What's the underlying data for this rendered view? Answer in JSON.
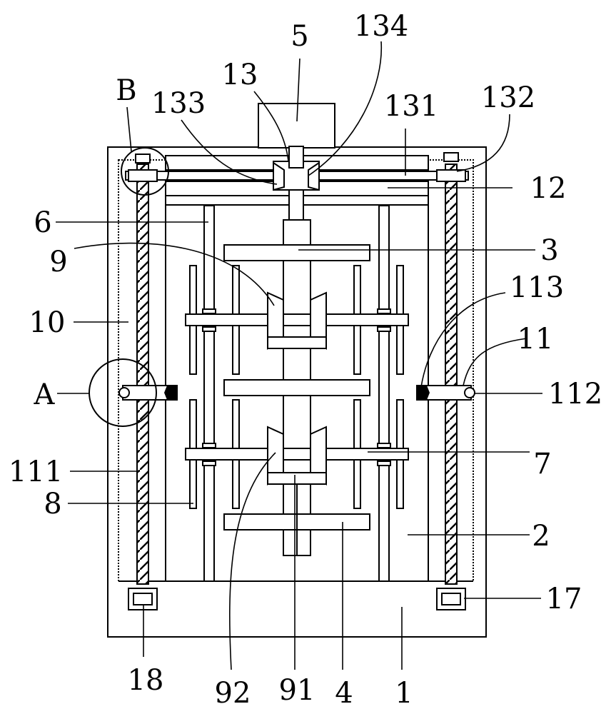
{
  "labels": {
    "l5": "5",
    "l134": "134",
    "l13": "13",
    "lB": "B",
    "l133": "133",
    "l131": "131",
    "l132": "132",
    "l12": "12",
    "l6": "6",
    "l9": "9",
    "l3": "3",
    "l113": "113",
    "l10": "10",
    "l11": "11",
    "lA": "A",
    "l112": "112",
    "l111": "111",
    "l7": "7",
    "l8": "8",
    "l2": "2",
    "l17": "17",
    "l18": "18",
    "l92": "92",
    "l91": "91",
    "l4": "4",
    "l1": "1"
  }
}
